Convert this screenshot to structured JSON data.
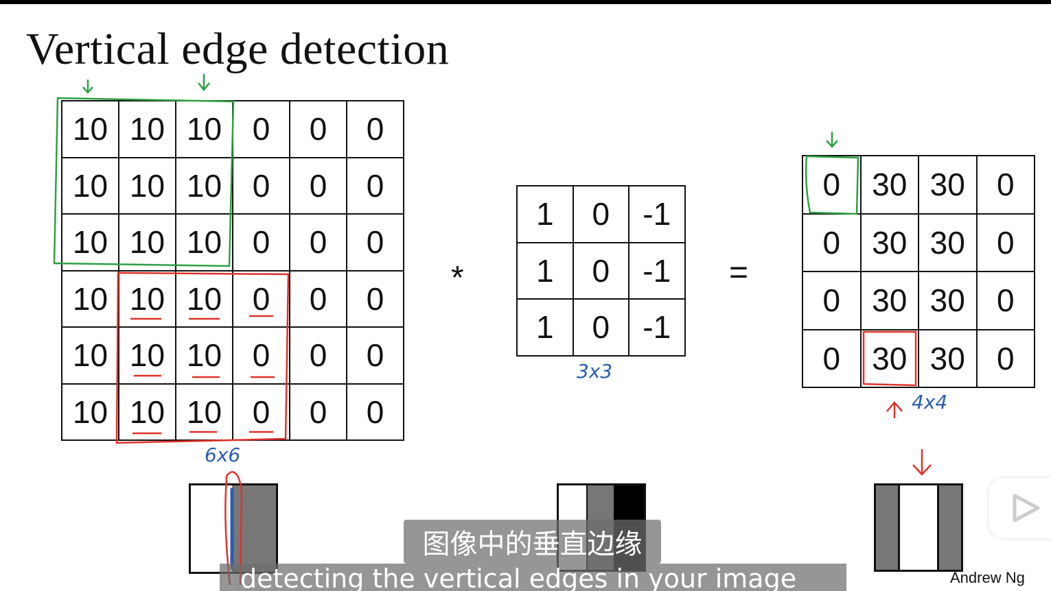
{
  "slide": {
    "title": "Vertical edge detection",
    "input_matrix": [
      [
        "10",
        "10",
        "10",
        "0",
        "0",
        "0"
      ],
      [
        "10",
        "10",
        "10",
        "0",
        "0",
        "0"
      ],
      [
        "10",
        "10",
        "10",
        "0",
        "0",
        "0"
      ],
      [
        "10",
        "10",
        "10",
        "0",
        "0",
        "0"
      ],
      [
        "10",
        "10",
        "10",
        "0",
        "0",
        "0"
      ],
      [
        "10",
        "10",
        "10",
        "0",
        "0",
        "0"
      ]
    ],
    "filter_matrix": [
      [
        "1",
        "0",
        "-1"
      ],
      [
        "1",
        "0",
        "-1"
      ],
      [
        "1",
        "0",
        "-1"
      ]
    ],
    "output_matrix": [
      [
        "0",
        "30",
        "30",
        "0"
      ],
      [
        "0",
        "30",
        "30",
        "0"
      ],
      [
        "0",
        "30",
        "30",
        "0"
      ],
      [
        "0",
        "30",
        "30",
        "0"
      ]
    ],
    "convolve_symbol": "*",
    "equals_symbol": "=",
    "input_size_label": "6x6",
    "filter_size_label": "3x3",
    "output_size_label": "4x4",
    "credit": "Andrew Ng",
    "colors": {
      "highlight_green": "#2ea043",
      "highlight_red": "#e0302a",
      "annotation_blue": "#2a5db0"
    }
  },
  "subtitles": {
    "chinese": "图像中的垂直边缘",
    "english": "detecting the vertical edges in your image"
  },
  "player": {
    "play_icon": "play-icon"
  }
}
